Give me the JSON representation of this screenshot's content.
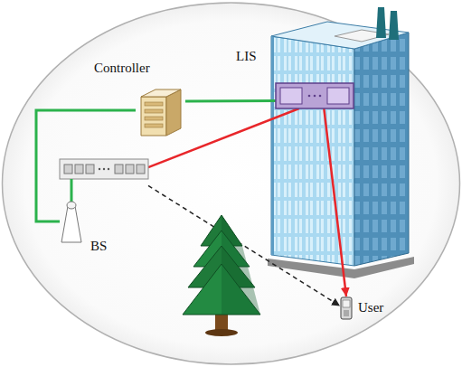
{
  "diagram": {
    "nodes": [
      {
        "text": [
          "Controller"
        ]
      },
      {
        "text": [
          "LIS"
        ]
      },
      {
        "text": [
          "BS"
        ]
      },
      {
        "text": [
          "User"
        ]
      }
    ],
    "edges": [
      {
        "from": 0,
        "to": 2,
        "arrow": "none"
      },
      {
        "from": 0,
        "to": 1,
        "arrow": "none"
      },
      {
        "from": 2,
        "to": 1,
        "arrow": "none"
      },
      {
        "from": 1,
        "to": 3,
        "arrow": "to"
      },
      {
        "from": 2,
        "to": 3,
        "arrow": "to"
      }
    ]
  }
}
